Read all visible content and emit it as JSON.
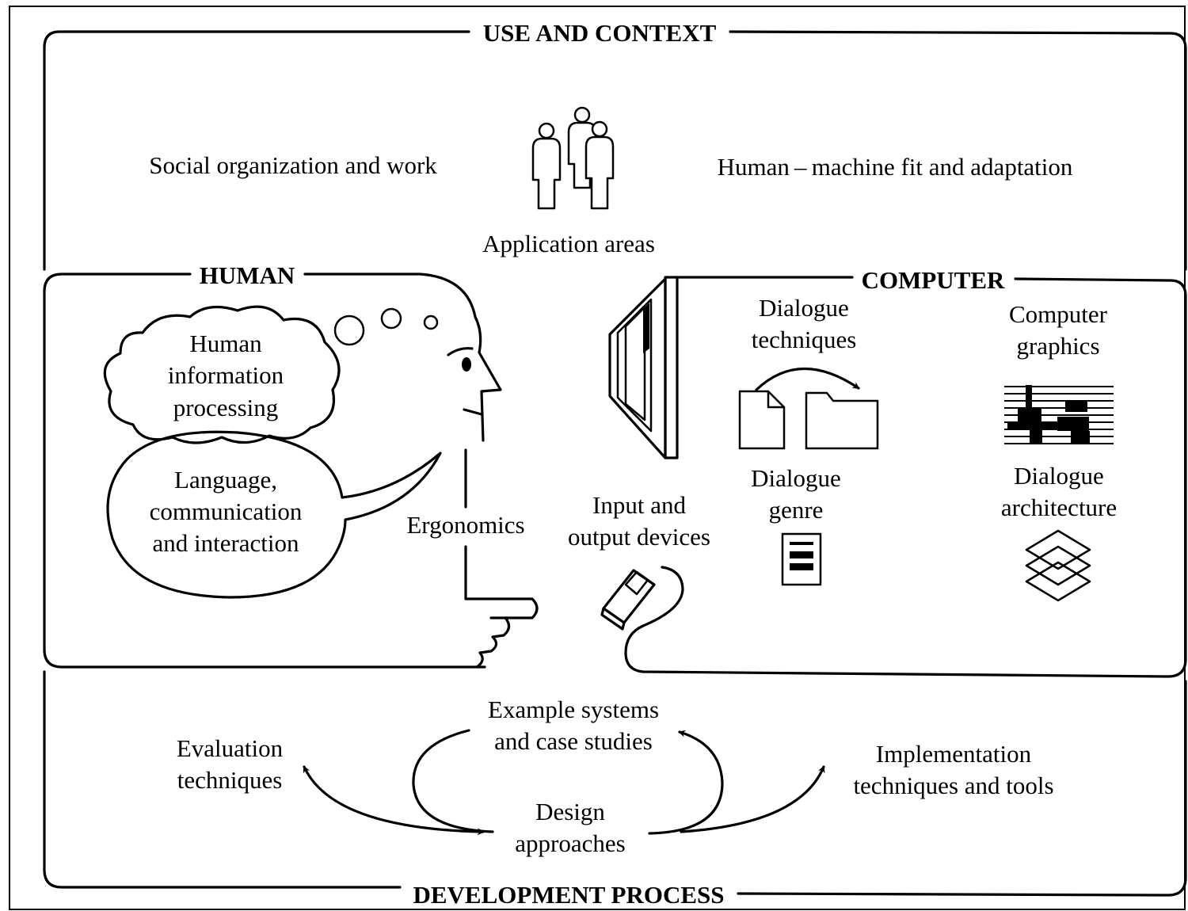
{
  "sections": {
    "use_context": "USE AND CONTEXT",
    "human": "HUMAN",
    "computer": "COMPUTER",
    "development": "DEVELOPMENT PROCESS"
  },
  "context": {
    "social": "Social organization and work",
    "fit": "Human – machine fit and adaptation",
    "application": "Application areas"
  },
  "human": {
    "info_processing": [
      "Human",
      "information",
      "processing"
    ],
    "language": [
      "Language,",
      "communication",
      "and interaction"
    ],
    "ergonomics": "Ergonomics"
  },
  "computer": {
    "io_devices": [
      "Input and",
      "output devices"
    ],
    "dialogue_techniques": [
      "Dialogue",
      "techniques"
    ],
    "dialogue_genre": [
      "Dialogue",
      "genre"
    ],
    "graphics": [
      "Computer",
      "graphics"
    ],
    "architecture": [
      "Dialogue",
      "architecture"
    ]
  },
  "development": {
    "evaluation": [
      "Evaluation",
      "techniques"
    ],
    "examples": [
      "Example systems",
      "and case studies"
    ],
    "design": [
      "Design",
      "approaches"
    ],
    "implementation": [
      "Implementation",
      "techniques and tools"
    ]
  },
  "icons": [
    "people-icon",
    "head-icon",
    "thought-cloud-icon",
    "speech-bubble-icon",
    "pointing-hand-icon",
    "monitor-icon",
    "mouse-icon",
    "document-icon",
    "folder-icon",
    "raster-graphics-icon",
    "list-document-icon",
    "layers-icon"
  ]
}
